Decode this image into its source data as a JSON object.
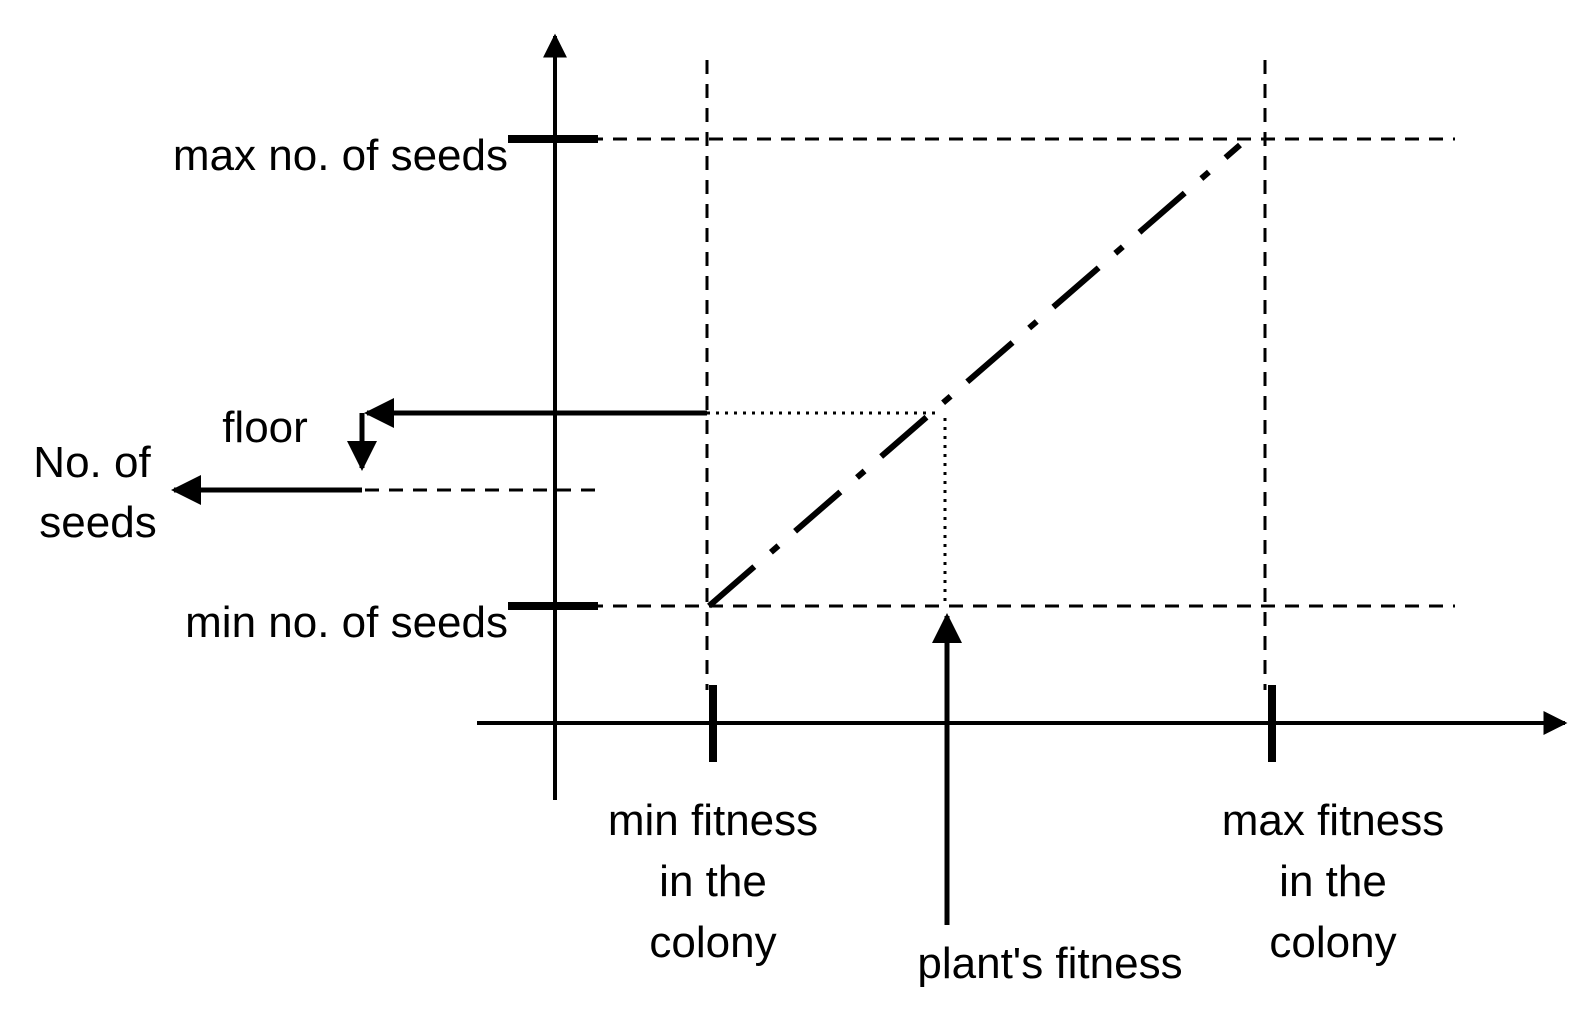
{
  "diagram": {
    "y_axis_labels": {
      "max_seeds": "max no. of seeds",
      "min_seeds": "min no. of seeds"
    },
    "left_annotations": {
      "floor": "floor",
      "no_of_seeds_line1": "No. of",
      "no_of_seeds_line2": "seeds"
    },
    "x_axis_labels": {
      "min_fitness": [
        "min fitness",
        "in the",
        "colony"
      ],
      "max_fitness": [
        "max fitness",
        "in the",
        "colony"
      ],
      "plant_fitness": "plant's fitness"
    }
  }
}
